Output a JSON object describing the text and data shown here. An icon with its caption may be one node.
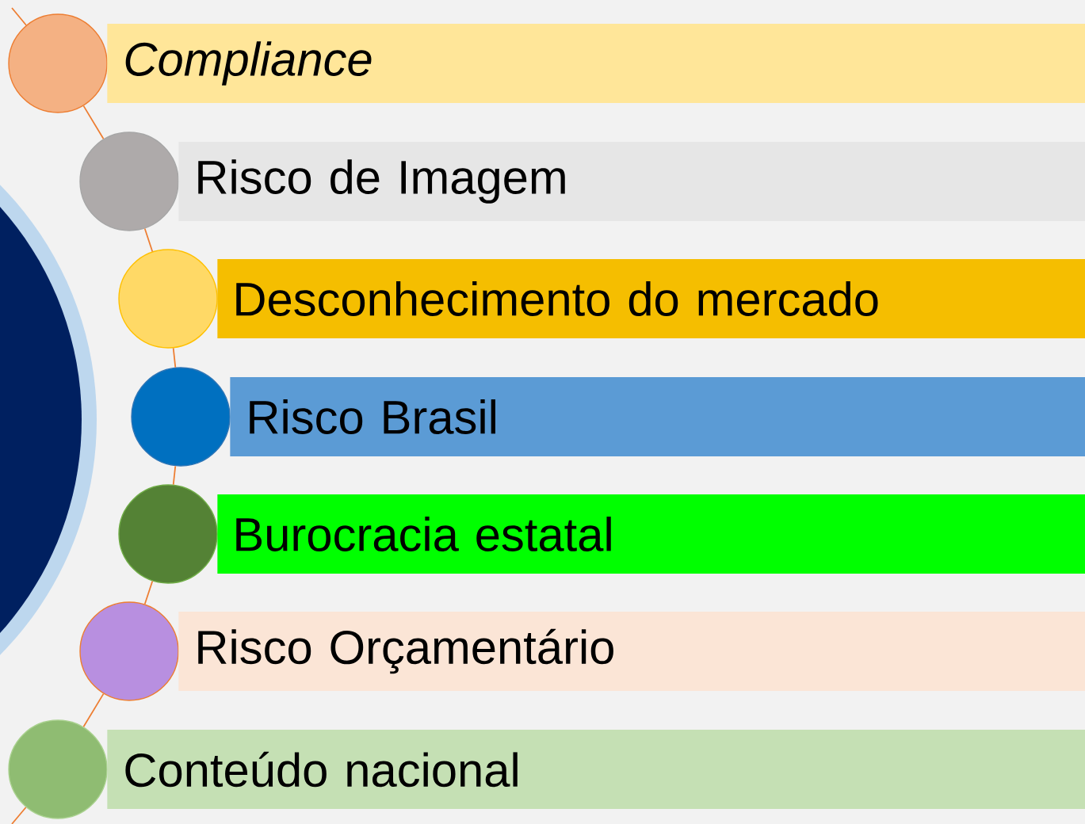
{
  "diagram": {
    "nodes": [
      {
        "text": [],
        "shape": "circle"
      },
      {
        "text": [
          "Compliance"
        ]
      },
      {
        "text": [],
        "shape": "circle"
      },
      {
        "text": [
          "Risco de Imagem"
        ]
      },
      {
        "text": [],
        "shape": "circle"
      },
      {
        "text": [
          "Desconhecimento do mercado"
        ]
      },
      {
        "text": [],
        "shape": "circle"
      },
      {
        "text": [
          "Risco Brasil"
        ]
      },
      {
        "text": [],
        "shape": "circle"
      },
      {
        "text": [
          "Burocracia estatal"
        ]
      },
      {
        "text": [],
        "shape": "circle"
      },
      {
        "text": [
          "Risco Orçamentário"
        ]
      },
      {
        "text": [],
        "shape": "circle"
      },
      {
        "text": [
          "Conteúdo nacional"
        ]
      }
    ],
    "edges": [
      {
        "from": null,
        "to": 0,
        "arrow": "none"
      },
      {
        "from": 0,
        "to": 2,
        "arrow": "none"
      },
      {
        "from": 2,
        "to": 4,
        "arrow": "none"
      },
      {
        "from": 4,
        "to": 6,
        "arrow": "none"
      },
      {
        "from": 6,
        "to": 8,
        "arrow": "none"
      },
      {
        "from": 8,
        "to": 10,
        "arrow": "none"
      },
      {
        "from": 10,
        "to": 12,
        "arrow": "none"
      },
      {
        "from": 12,
        "to": null,
        "arrow": "none"
      }
    ]
  }
}
